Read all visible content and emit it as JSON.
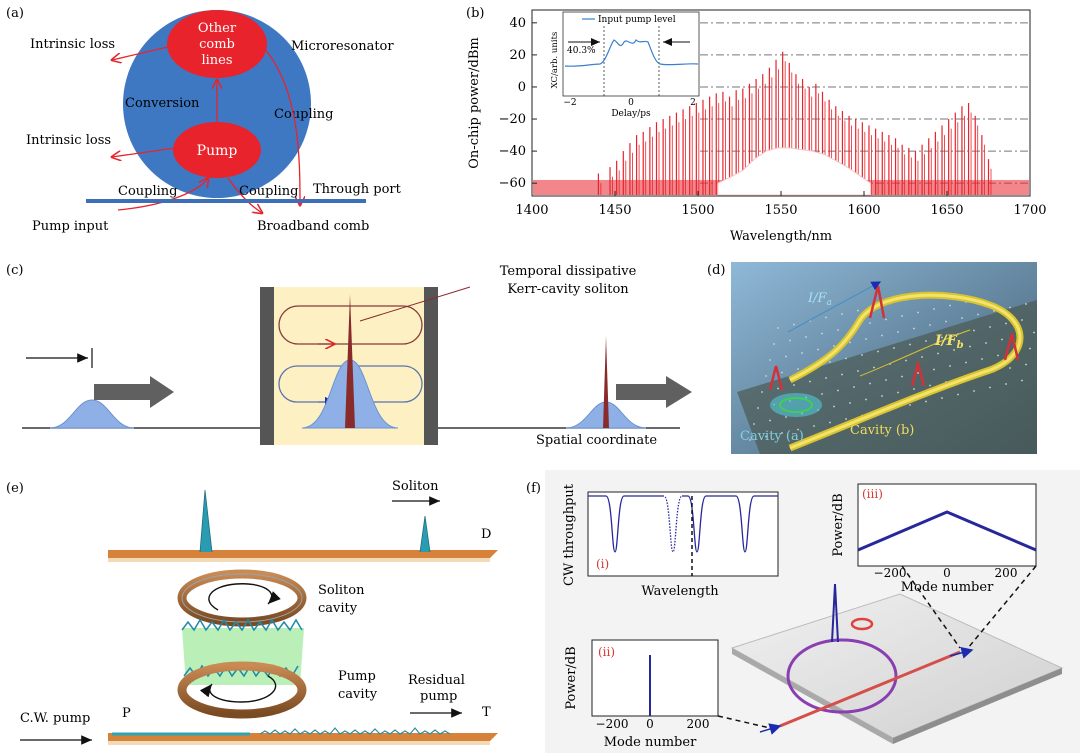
{
  "panel_a": {
    "label": "(a)",
    "intrinsic_loss_top": "Intrinsic loss",
    "intrinsic_loss_bottom": "Intrinsic loss",
    "microresonator": "Microresonator",
    "other_comb_lines": [
      "Other",
      "comb",
      "lines"
    ],
    "conversion": "Conversion",
    "coupling_right": "Coupling",
    "pump": "Pump",
    "coupling_left": "Coupling",
    "coupling_mid": "Coupling",
    "through_port": "Through port",
    "pump_input": "Pump input",
    "broadband_comb": "Broadband comb",
    "colors": {
      "ring": "#3d6fb7",
      "node": "#e8232b",
      "arrow": "#e8232b",
      "waveguide": "#3d6fb7"
    }
  },
  "panel_b": {
    "label": "(b)",
    "ylabel": "On-chip power/dBm",
    "xlabel": "Wavelength/nm",
    "inset": {
      "legend": "Input pump level",
      "ylabel": "XC/arb. units",
      "xlabel": "Delay/ps",
      "annotation": "40.3%",
      "x_ticks": [
        "−2",
        "0",
        "2"
      ]
    }
  },
  "chart_data": [
    {
      "type": "line",
      "x_ticks": [
        "1400",
        "1450",
        "1500",
        "1550",
        "1600",
        "1650",
        "1700"
      ],
      "y_ticks": [
        "40",
        "20",
        "0",
        "−20",
        "−40",
        "−60"
      ],
      "xlim": [
        1400,
        1700
      ],
      "ylim": [
        -68,
        48
      ],
      "grid": "dash-dot horizontal",
      "series": [
        {
          "color": "#e8232b",
          "comb_lines": [
            [
              1440,
              -54
            ],
            [
              1447,
              -50
            ],
            [
              1451,
              -46
            ],
            [
              1455,
              -40
            ],
            [
              1459,
              -35
            ],
            [
              1463,
              -30
            ],
            [
              1467,
              -28
            ],
            [
              1471,
              -25
            ],
            [
              1475,
              -22
            ],
            [
              1479,
              -20
            ],
            [
              1483,
              -18
            ],
            [
              1487,
              -16
            ],
            [
              1491,
              -14
            ],
            [
              1495,
              -12
            ],
            [
              1499,
              -10
            ],
            [
              1503,
              -8
            ],
            [
              1507,
              -6
            ],
            [
              1511,
              -4
            ],
            [
              1515,
              -3
            ],
            [
              1519,
              -6
            ],
            [
              1523,
              -2
            ],
            [
              1527,
              -1
            ],
            [
              1531,
              2
            ],
            [
              1535,
              5
            ],
            [
              1539,
              8
            ],
            [
              1543,
              12
            ],
            [
              1547,
              17
            ],
            [
              1551,
              22
            ],
            [
              1555,
              15
            ],
            [
              1559,
              8
            ],
            [
              1563,
              5
            ],
            [
              1567,
              0
            ],
            [
              1571,
              2
            ],
            [
              1575,
              -3
            ],
            [
              1579,
              -8
            ],
            [
              1583,
              -12
            ],
            [
              1587,
              -15
            ],
            [
              1591,
              -18
            ],
            [
              1595,
              -20
            ],
            [
              1599,
              -22
            ],
            [
              1603,
              -24
            ],
            [
              1607,
              -26
            ],
            [
              1611,
              -28
            ],
            [
              1615,
              -30
            ],
            [
              1619,
              -32
            ],
            [
              1623,
              -36
            ],
            [
              1627,
              -38
            ],
            [
              1631,
              -40
            ],
            [
              1635,
              -36
            ],
            [
              1639,
              -32
            ],
            [
              1643,
              -28
            ],
            [
              1647,
              -24
            ],
            [
              1651,
              -20
            ],
            [
              1655,
              -16
            ],
            [
              1659,
              -12
            ],
            [
              1663,
              -10
            ],
            [
              1667,
              -18
            ],
            [
              1671,
              -30
            ],
            [
              1675,
              -45
            ]
          ]
        },
        {
          "color": "#ffffff",
          "envelope": [
            [
              1512,
              -60
            ],
            [
              1520,
              -56
            ],
            [
              1527,
              -52
            ],
            [
              1534,
              -45
            ],
            [
              1541,
              -40
            ],
            [
              1548,
              -38
            ],
            [
              1555,
              -38
            ],
            [
              1562,
              -39
            ],
            [
              1569,
              -40
            ],
            [
              1576,
              -42
            ],
            [
              1583,
              -46
            ],
            [
              1590,
              -50
            ],
            [
              1597,
              -55
            ],
            [
              1604,
              -60
            ]
          ]
        }
      ]
    }
  ],
  "panel_c": {
    "label": "(c)",
    "soliton_label": [
      "Temporal dissipative",
      "Kerr-cavity soliton"
    ],
    "axis_label": "Spatial coordinate"
  },
  "panel_d": {
    "label": "(d)",
    "fa_label": "I/F",
    "fa_sub": "a",
    "fb_label": "I/F",
    "fb_sub": "b",
    "cavity_a": "Cavity (a)",
    "cavity_b": "Cavity (b)"
  },
  "panel_e": {
    "label": "(e)",
    "soliton": "Soliton",
    "port_d": "D",
    "soliton_cavity": [
      "Soliton",
      "cavity"
    ],
    "pump_cavity": [
      "Pump",
      "cavity"
    ],
    "residual_pump": [
      "Residual",
      "pump"
    ],
    "cw_pump": "C.W. pump",
    "port_p": "P",
    "port_t": "T"
  },
  "panel_f": {
    "label": "(f)",
    "i": {
      "tag": "(i)",
      "ylabel": "CW throughput",
      "xlabel": "Wavelength"
    },
    "ii": {
      "tag": "(ii)",
      "ylabel": "Power/dB",
      "xlabel": "Mode number",
      "x_ticks": [
        "−200",
        "0",
        "200"
      ]
    },
    "iii": {
      "tag": "(iii)",
      "ylabel": "Power/dB",
      "xlabel": "Mode number",
      "x_ticks": [
        "−200",
        "0",
        "200"
      ]
    }
  }
}
